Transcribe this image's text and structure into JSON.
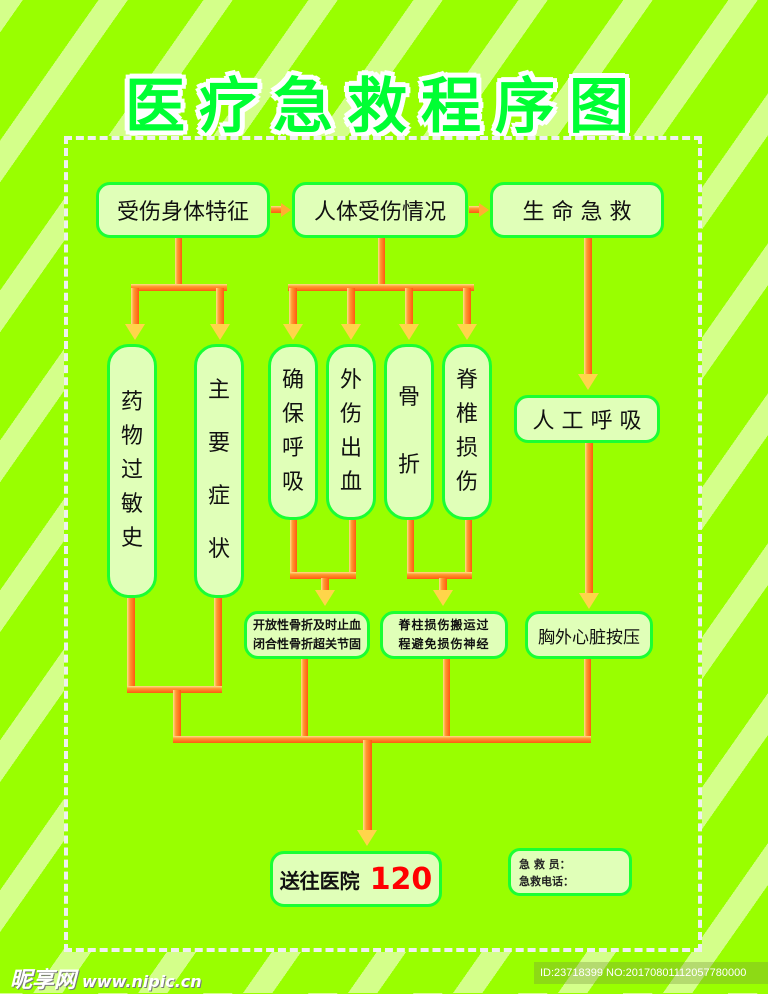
{
  "title": "医疗急救程序图",
  "colors": {
    "background": "#99ff00",
    "stripe": "#d4ff8a",
    "box_fill": "#e0ffb8",
    "box_border": "#1aff33",
    "title_text": "#00ff33",
    "arrow": "#ff7a20",
    "emergency_number": "#ff0000"
  },
  "top_row": [
    {
      "label": "受伤身体特征"
    },
    {
      "label": "人体受伤情况"
    },
    {
      "label": "生 命 急 救"
    }
  ],
  "body_features": [
    {
      "label": [
        "药",
        "物",
        "过",
        "敏",
        "史"
      ]
    },
    {
      "label": [
        "主",
        "要",
        "症",
        "状"
      ]
    }
  ],
  "injury_types": [
    {
      "label": [
        "确",
        "保",
        "呼",
        "吸"
      ]
    },
    {
      "label": [
        "外",
        "伤",
        "出",
        "血"
      ]
    },
    {
      "label": [
        "骨",
        "折"
      ]
    },
    {
      "label": [
        "脊",
        "椎",
        "损",
        "伤"
      ]
    }
  ],
  "life_rescue": {
    "step1": "人 工 呼 吸",
    "step2": "胸外心脏按压"
  },
  "notes": {
    "fracture": {
      "line1": "开放性骨折及时止血",
      "line2": "闭合性骨折超关节固"
    },
    "spine": {
      "line1": "脊柱损伤搬运过",
      "line2": "程避免损伤神经"
    }
  },
  "final": {
    "label": "送往医院",
    "number": "120"
  },
  "rescuer_info": {
    "rescuer_label": "急 救 员：",
    "phone_label": "急救电话："
  },
  "watermark": {
    "site_name": "昵享网",
    "url": "www.nipic.cn",
    "id_text": "ID:23718399 NO:20170801112057780000"
  }
}
